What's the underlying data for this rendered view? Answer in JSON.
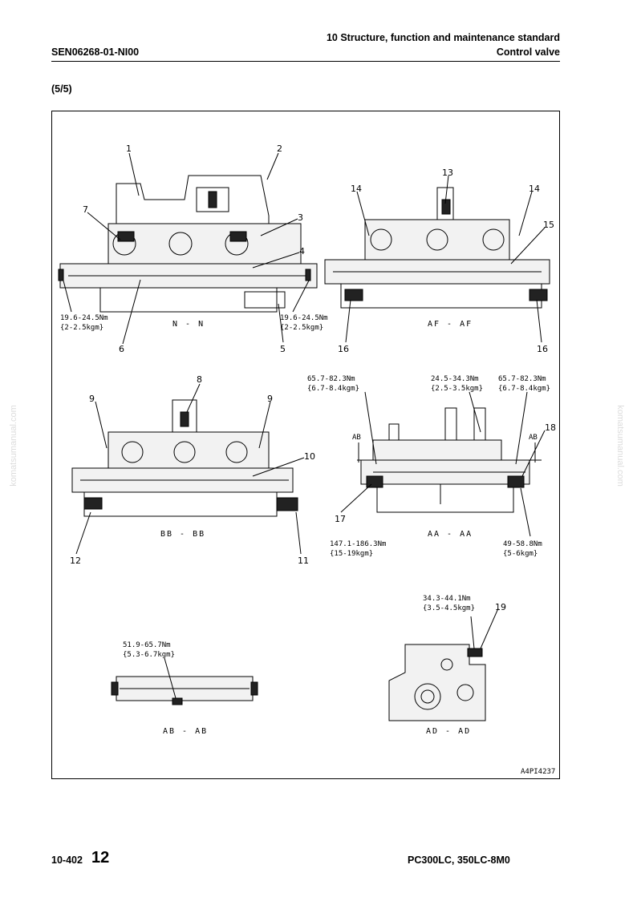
{
  "header": {
    "chapter": "10 Structure, function and maintenance standard",
    "section": "Control valve",
    "doc_code": "SEN06268-01-NI00"
  },
  "page_section": "(5/5)",
  "watermark": "komatsumanual.com",
  "figure": {
    "code": "A4PI4237",
    "views": {
      "nn": "N - N",
      "afaf": "AF - AF",
      "bbbb": "BB - BB",
      "aaaa": "AA - AA",
      "abab": "AB - AB",
      "adad": "AD - AD"
    },
    "callouts": {
      "n1": "1",
      "n2": "2",
      "n3": "3",
      "n4": "4",
      "n5": "5",
      "n6": "6",
      "n7": "7",
      "n8": "8",
      "n9a": "9",
      "n9b": "9",
      "n10": "10",
      "n11": "11",
      "n12": "12",
      "n13": "13",
      "n14a": "14",
      "n14b": "14",
      "n15": "15",
      "n16a": "16",
      "n16b": "16",
      "n17": "17",
      "n18": "18",
      "n19": "19"
    },
    "section_marks": {
      "ab_left": "AB",
      "ab_right": "AB"
    },
    "torques": {
      "t_nn_left_1": "19.6-24.5Nm",
      "t_nn_left_2": "{2-2.5kgm}",
      "t_nn_right_1": "19.6-24.5Nm",
      "t_nn_right_2": "{2-2.5kgm}",
      "t_aa_1a": "65.7-82.3Nm",
      "t_aa_1b": "{6.7-8.4kgm}",
      "t_aa_2a": "24.5-34.3Nm",
      "t_aa_2b": "{2.5-3.5kgm}",
      "t_aa_3a": "65.7-82.3Nm",
      "t_aa_3b": "{6.7-8.4kgm}",
      "t_aa_17a": "147.1-186.3Nm",
      "t_aa_17b": "{15-19kgm}",
      "t_aa_18a": "49-58.8Nm",
      "t_aa_18b": "{5-6kgm}",
      "t_ad_a": "34.3-44.1Nm",
      "t_ad_b": "{3.5-4.5kgm}",
      "t_ab_a": "51.9-65.7Nm",
      "t_ab_b": "{5.3-6.7kgm}"
    }
  },
  "footer": {
    "page": "10-402",
    "revision": "12",
    "model": "PC300LC, 350LC-8M0"
  }
}
